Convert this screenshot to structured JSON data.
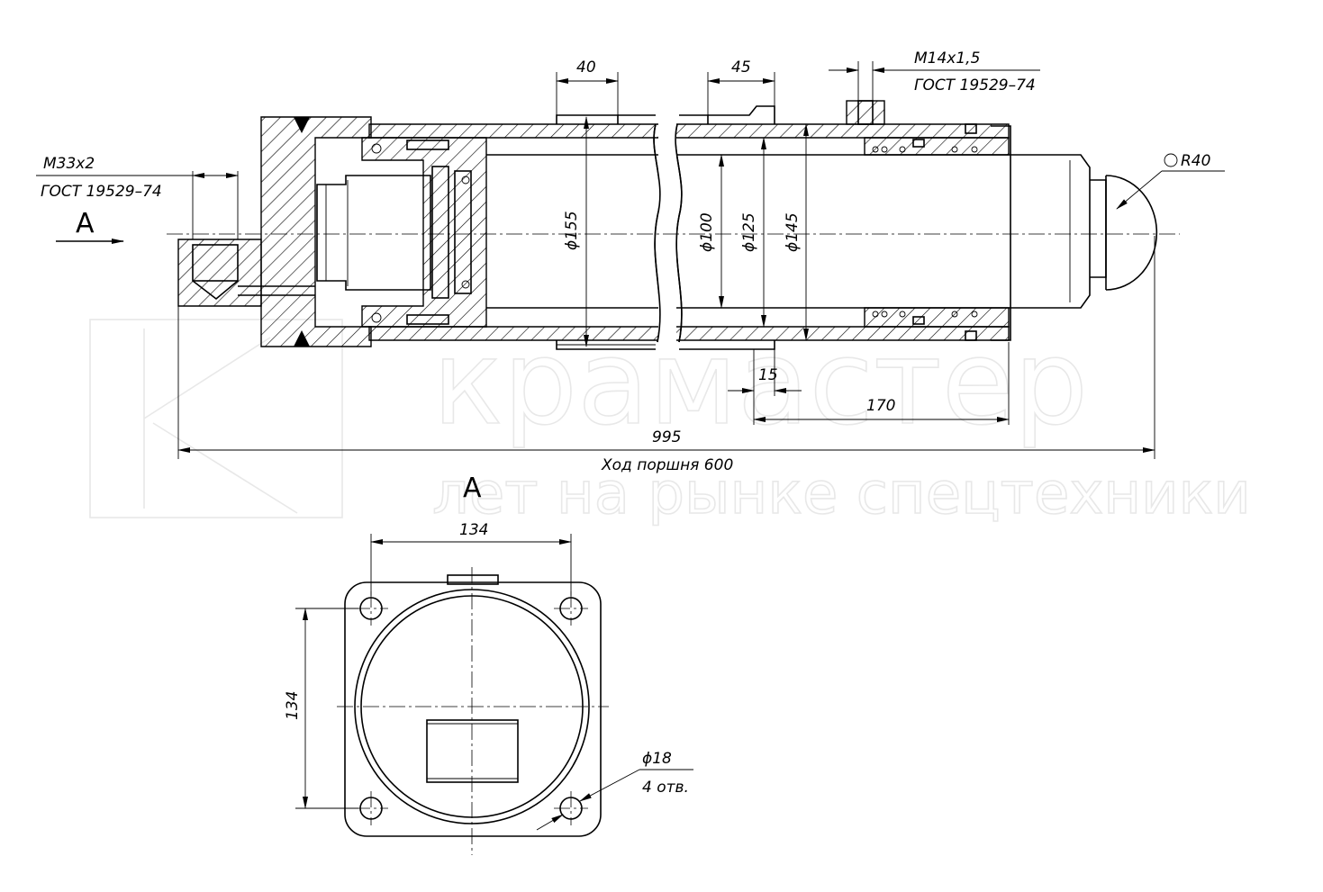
{
  "watermark": {
    "brand": "крамастер",
    "tagline": "лет на рынке спецтехники"
  },
  "labels": {
    "view_marker": "A",
    "section_title": "A",
    "port_thread": "М33х2",
    "port_standard": "ГОСТ 19529–74",
    "vent_thread": "М14х1,5",
    "vent_standard": "ГОСТ 19529–74",
    "sphere_radius": "R40",
    "stroke_label": "Ход поршня 600",
    "holes_dia": "ϕ18",
    "holes_count": "4 отв."
  },
  "dimensions": {
    "d_40": "40",
    "d_45": "45",
    "d_155": "ϕ155",
    "d_100": "ϕ100",
    "d_125": "ϕ125",
    "d_145": "ϕ145",
    "d_15": "15",
    "d_170": "170",
    "d_995": "995",
    "d_134_h": "134",
    "d_134_v": "134"
  },
  "colors": {
    "line": "#000000",
    "watermark": "#e8e8e8",
    "background": "#ffffff"
  }
}
